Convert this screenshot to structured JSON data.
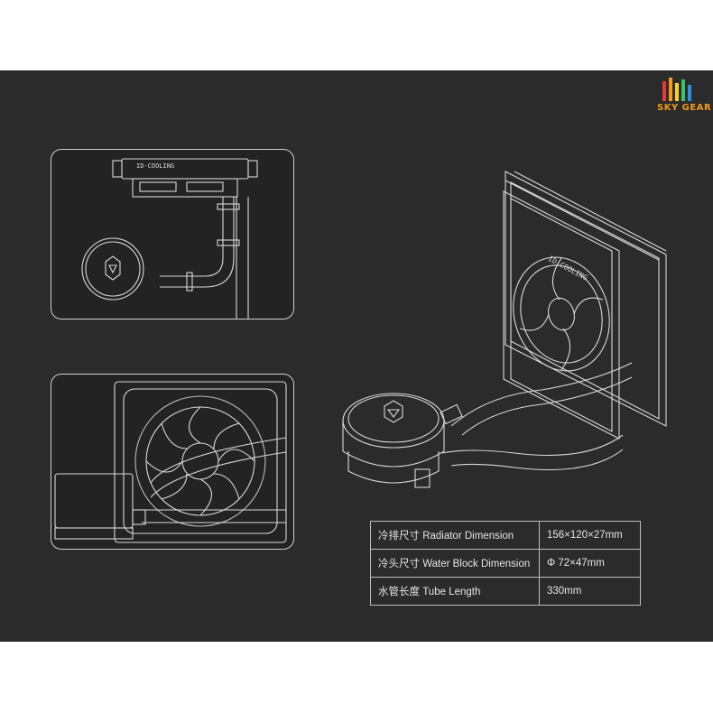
{
  "brand": {
    "logo_text": "SKY GEAR",
    "logo_colors": [
      "#e23b3b",
      "#f29a1a",
      "#f7d417",
      "#3cc46c",
      "#2f8fe0"
    ]
  },
  "product": {
    "badge_text": "ID-COOLING"
  },
  "specs": [
    {
      "label": "冷排尺寸 Radiator Dimension",
      "value": "156×120×27mm"
    },
    {
      "label": "冷头尺寸 Water Block Dimension",
      "value": "Φ 72×47mm"
    },
    {
      "label": "水管长度 Tube Length",
      "value": "330mm"
    }
  ],
  "colors": {
    "background": "#2b2b2b",
    "line_art": "#d9d9d9",
    "accent": "#f29a1a"
  }
}
